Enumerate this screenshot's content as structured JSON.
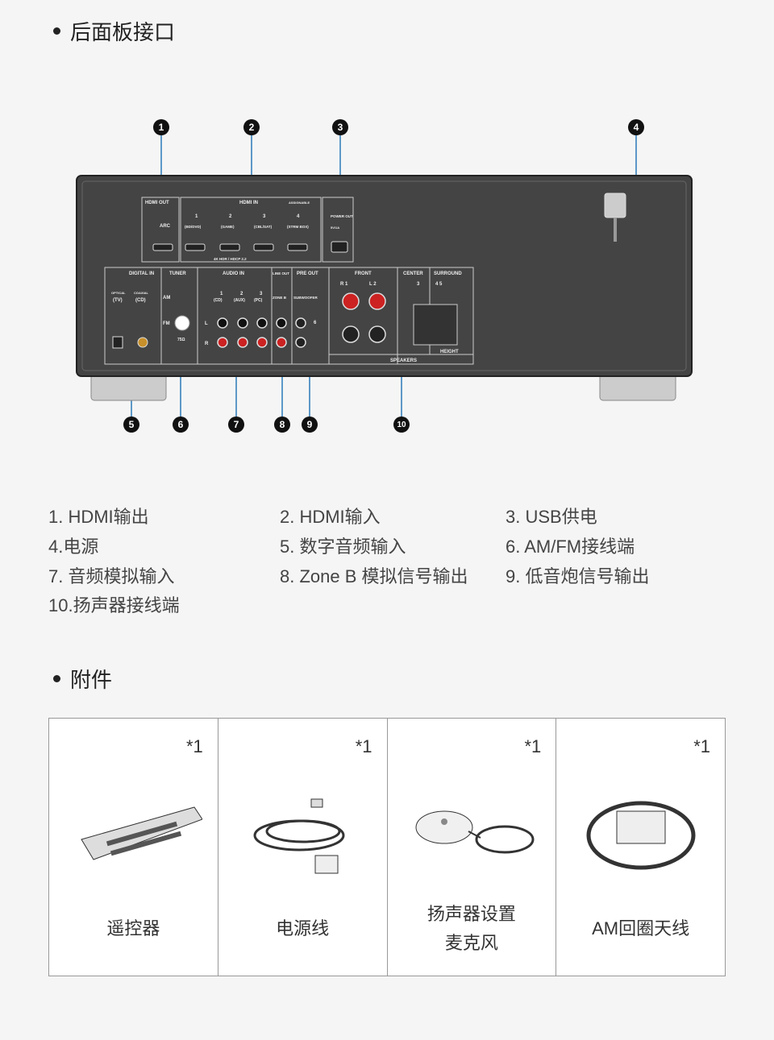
{
  "section1": {
    "title": "后面板接口"
  },
  "callouts": [
    "1",
    "2",
    "3",
    "4",
    "5",
    "6",
    "7",
    "8",
    "9",
    "10"
  ],
  "panel": {
    "hdmi_out": "HDMI OUT",
    "arc": "ARC",
    "hdmi_in": "HDMI IN",
    "assignable": "ASSIGNABLE",
    "hdmi_inputs": [
      {
        "n": "1",
        "l": "(BD/DVD)"
      },
      {
        "n": "2",
        "l": "(GAME)"
      },
      {
        "n": "3",
        "l": "(CBL/SAT)"
      },
      {
        "n": "4",
        "l": "(STRM BOX)"
      }
    ],
    "hdmi_note": "4K HDR / HDCP 2.2",
    "power_out": "POWER OUT",
    "power_rating": "5V/1A",
    "digital_in": "DIGITAL IN",
    "optical": "OPTICAL",
    "optical_src": "(TV)",
    "coaxial": "COAXIAL",
    "coaxial_src": "(CD)",
    "tuner": "TUNER",
    "am": "AM",
    "fm": "FM",
    "fm_ohm": "75Ω",
    "audio_in": "AUDIO IN",
    "audio_inputs": [
      {
        "n": "1",
        "l": "(CD)"
      },
      {
        "n": "2",
        "l": "(AUX)"
      },
      {
        "n": "3",
        "l": "(PC)"
      }
    ],
    "line_out": "LINE OUT",
    "zone_b": "ZONE B",
    "pre_out": "PRE OUT",
    "subwoofer": "SUBWOOFER",
    "sub_ch": "6",
    "l": "L",
    "r": "R",
    "front": "FRONT",
    "front_r": "R 1",
    "front_l": "L 2",
    "center": "CENTER",
    "center_ch": "3",
    "surround": "SURROUND",
    "surround_ch": "4 5",
    "height": "HEIGHT",
    "speakers": "SPEAKERS"
  },
  "legend": [
    "1. HDMI输出",
    "2. HDMI输入",
    "3. USB供电",
    "4.电源",
    "5. 数字音频输入",
    "6. AM/FM接线端",
    "7. 音频模拟输入",
    "8. Zone B 模拟信号输出",
    "9. 低音炮信号输出",
    "10.扬声器接线端"
  ],
  "section2": {
    "title": "附件"
  },
  "accessories": [
    {
      "qty": "*1",
      "label": "遥控器"
    },
    {
      "qty": "*1",
      "label": "电源线"
    },
    {
      "qty": "*1",
      "label": "扬声器设置",
      "label2": "麦克风"
    },
    {
      "qty": "*1",
      "label": "AM回圈天线"
    }
  ]
}
